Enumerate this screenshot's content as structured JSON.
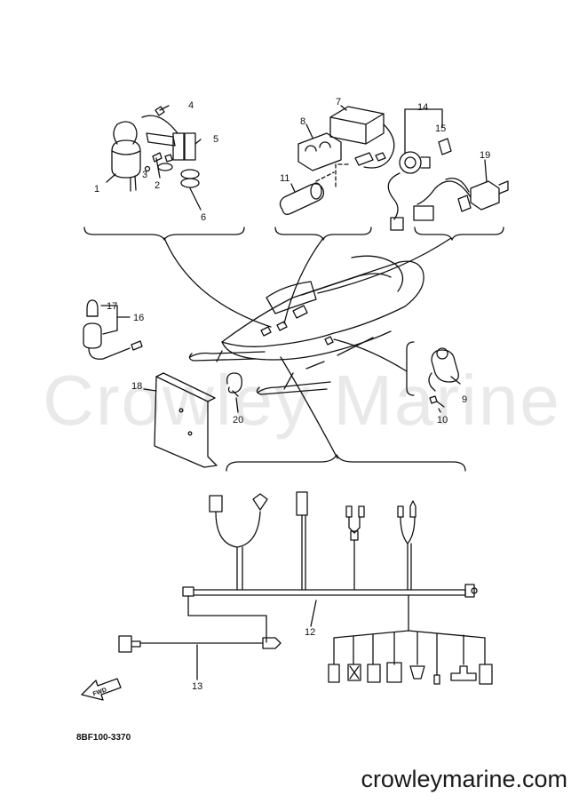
{
  "watermark": "Crowley Marine",
  "website": "crowleymarine.com",
  "figure_code": "8BF100-3370",
  "fwd_arrow": "FWD",
  "callouts": {
    "c1": "1",
    "c2": "2",
    "c3": "3",
    "c4": "4",
    "c5": "5",
    "c6": "6",
    "c7": "7",
    "c8": "8",
    "c9": "9",
    "c10": "10",
    "c11": "11",
    "c12": "12",
    "c13": "13",
    "c14": "14",
    "c15": "15",
    "c16": "16",
    "c17": "17",
    "c18": "18",
    "c19": "19",
    "c20": "20"
  }
}
